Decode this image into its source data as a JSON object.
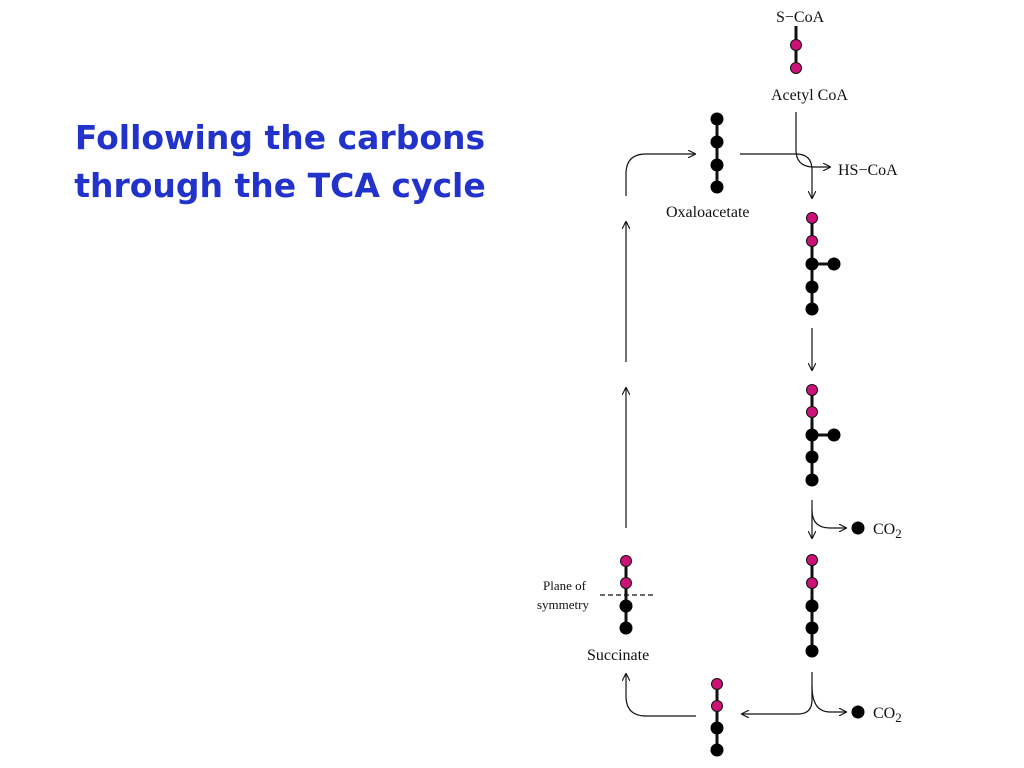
{
  "title": {
    "line1": "Following the carbons",
    "line2": "through the TCA cycle",
    "color": "#2233cc"
  },
  "labels": {
    "s_coa": "S−CoA",
    "acetyl_coa": "Acetyl CoA",
    "hs_coa": "HS−CoA",
    "oxaloacetate": "Oxaloacetate",
    "co2_1": "CO",
    "co2_1_sub": "2",
    "co2_2": "CO",
    "co2_2_sub": "2",
    "plane_of": "Plane of",
    "symmetry": "symmetry",
    "succinate": "Succinate"
  },
  "colors": {
    "acetyl_carbon": "#cc1177",
    "oxaloacetate_carbon": "#000000"
  }
}
